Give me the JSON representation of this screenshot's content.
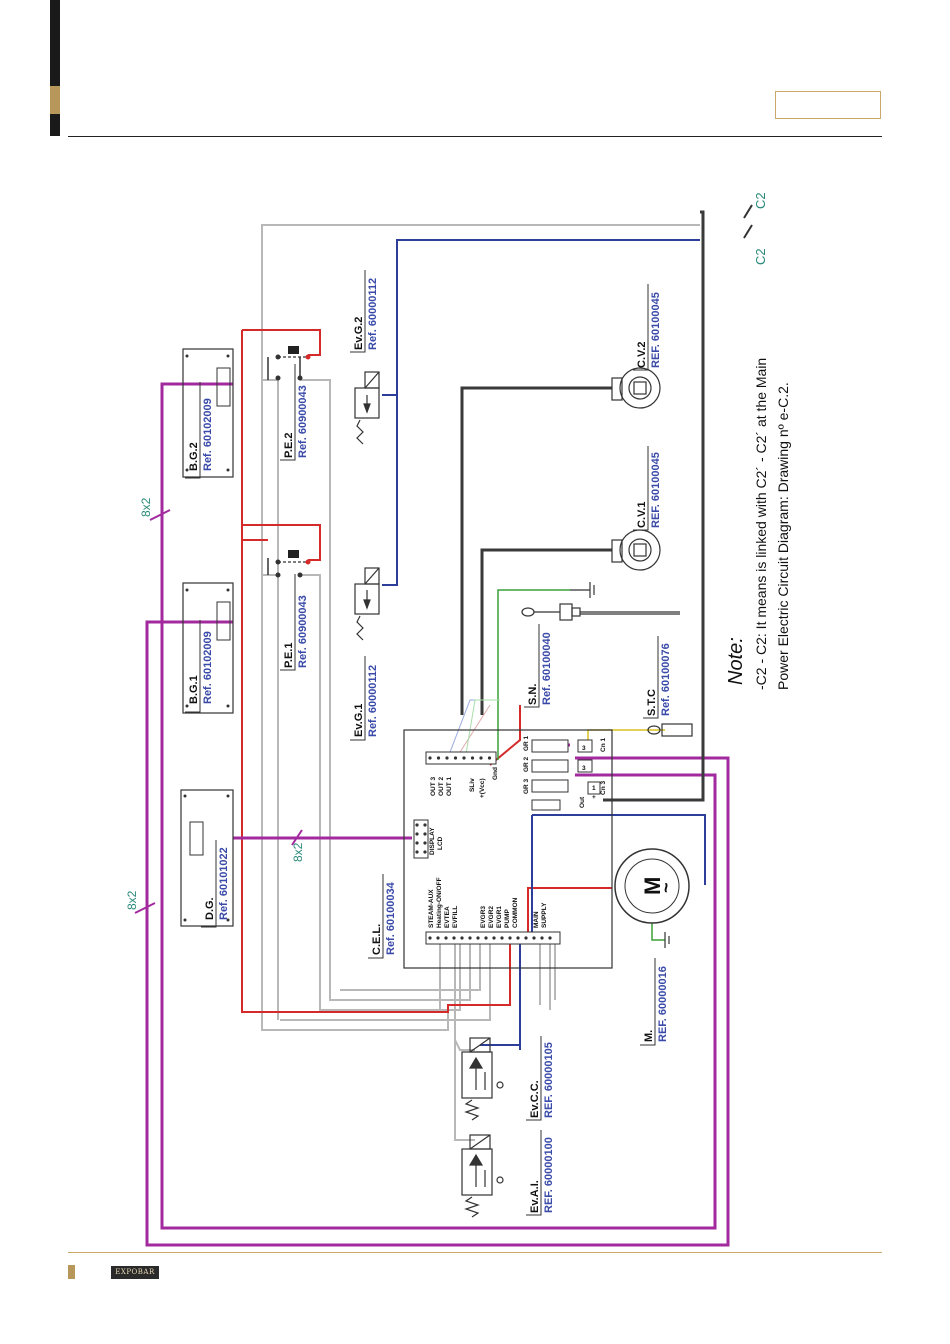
{
  "header": {
    "box_text": ""
  },
  "footer": {
    "logo": "EXPOBAR"
  },
  "components": {
    "bg2": {
      "name": "B.G.2",
      "ref": "Ref. 60102009"
    },
    "bg1": {
      "name": "B.G.1",
      "ref": "Ref. 60102009"
    },
    "dg": {
      "name": "D.G.",
      "ref": "Ref. 60101022"
    },
    "pe2": {
      "name": "P.E.2",
      "ref": "Ref. 60900043"
    },
    "pe1": {
      "name": "P.E.1",
      "ref": "Ref. 60900043"
    },
    "evg2": {
      "name": "Ev.G.2",
      "ref": "Ref. 60000112"
    },
    "evg1": {
      "name": "Ev.G.1",
      "ref": "Ref. 60000112"
    },
    "cel": {
      "name": "C.E.L.",
      "ref": "Ref. 60100034"
    },
    "sn": {
      "name": "S.N.",
      "ref": "Ref. 60100040"
    },
    "stc": {
      "name": "S.T.C",
      "ref": "Ref. 60100076"
    },
    "cv2": {
      "name": "C.V.2",
      "ref": "REF. 60100045"
    },
    "cv1": {
      "name": "C.V.1",
      "ref": "REF. 60100045"
    },
    "m": {
      "name": "M.",
      "ref": "REF. 60000016"
    },
    "evcc": {
      "name": "Ev.C.C.",
      "ref": "REF. 60000105"
    },
    "evai": {
      "name": "Ev.A.I.",
      "ref": "REF. 60000100"
    }
  },
  "board": {
    "left_terminals": [
      "STEAM-AUX",
      "Heating-ON/OFF",
      "EVTEA",
      "EVFILL",
      "",
      "EVGR3",
      "EVGR2",
      "EVGR1",
      "PUMP",
      "COMMON",
      "",
      "MAIN",
      "SUPPLY"
    ],
    "outputs": [
      "OUT 3",
      "OUT 2",
      "OUT 1"
    ],
    "probe_terms": [
      "SLiv",
      "+(Vcc)",
      "Gnd"
    ],
    "group_labels": [
      "GR 3",
      "GR 2",
      "GR 1"
    ],
    "cn1": "Cn 1",
    "cn3": "Cn 3",
    "out": "Out",
    "display": [
      "DISPLAY",
      "LCD"
    ],
    "pin_3": "3",
    "pin_1": "1",
    "pin_plus": "+"
  },
  "motor_symbol": "M",
  "motor_tilde": "~",
  "cable_labels": [
    "8x2",
    "8x2",
    "8x2"
  ],
  "connector": {
    "top": "C2",
    "bottom": "C2"
  },
  "note": {
    "title": "Note:",
    "line1": "-C2 - C2: It means is linked with C2´ - C2´ at the Main",
    "line2": "Power Electric Circuit Diagram: Drawing nº e-C.2."
  },
  "colors": {
    "red": "#d42a2a",
    "blue": "#2c3e9a",
    "magenta": "#a22a9e",
    "grey": "#b8b8b8",
    "dark": "#3a3a3a",
    "green": "#3aa03a",
    "yellow": "#d8c020",
    "teal": "#2a8a7a",
    "ref_blue": "#3a4aa8"
  }
}
